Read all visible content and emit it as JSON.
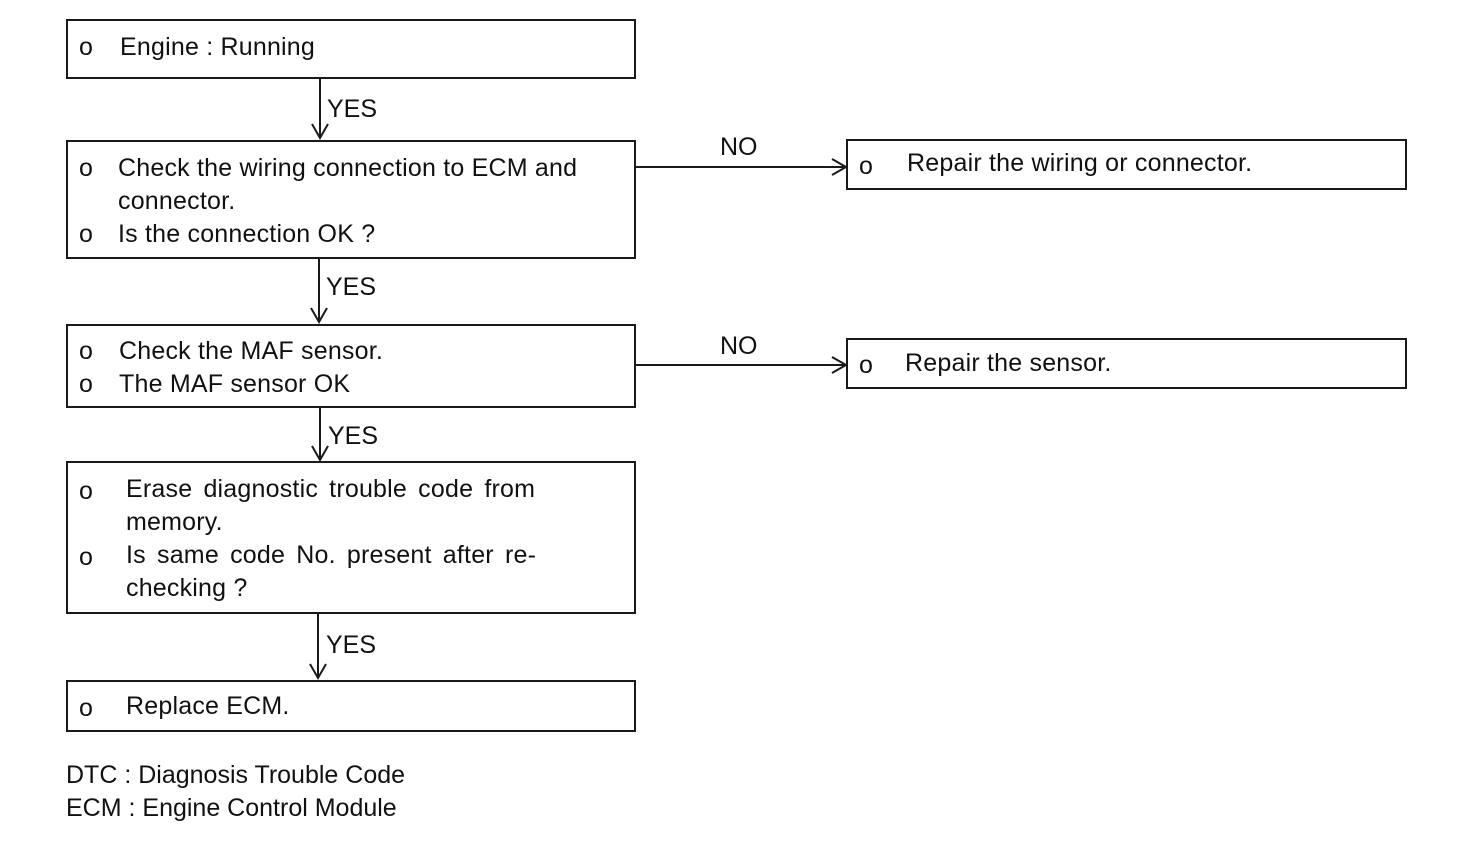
{
  "steps": [
    {
      "lines": [
        "Engine : Running"
      ]
    },
    {
      "lines": [
        "Check the wiring connection to ECM and",
        "connector.",
        "Is the connection OK ?"
      ]
    },
    {
      "lines": [
        "Check the MAF sensor.",
        "The MAF sensor OK"
      ]
    },
    {
      "lines": [
        "Erase diagnostic trouble code from",
        "memory.",
        "Is same code No. present after re-",
        "checking ?"
      ]
    },
    {
      "lines": [
        "Replace ECM."
      ]
    }
  ],
  "repairs": [
    {
      "text": "Repair the wiring or connector."
    },
    {
      "text": "Repair the sensor."
    }
  ],
  "bullet": "o",
  "yes_label": "YES",
  "no_label": "NO",
  "legend": {
    "dtc": "DTC : Diagnosis Trouble Code",
    "ecm": "ECM : Engine Control Module"
  }
}
